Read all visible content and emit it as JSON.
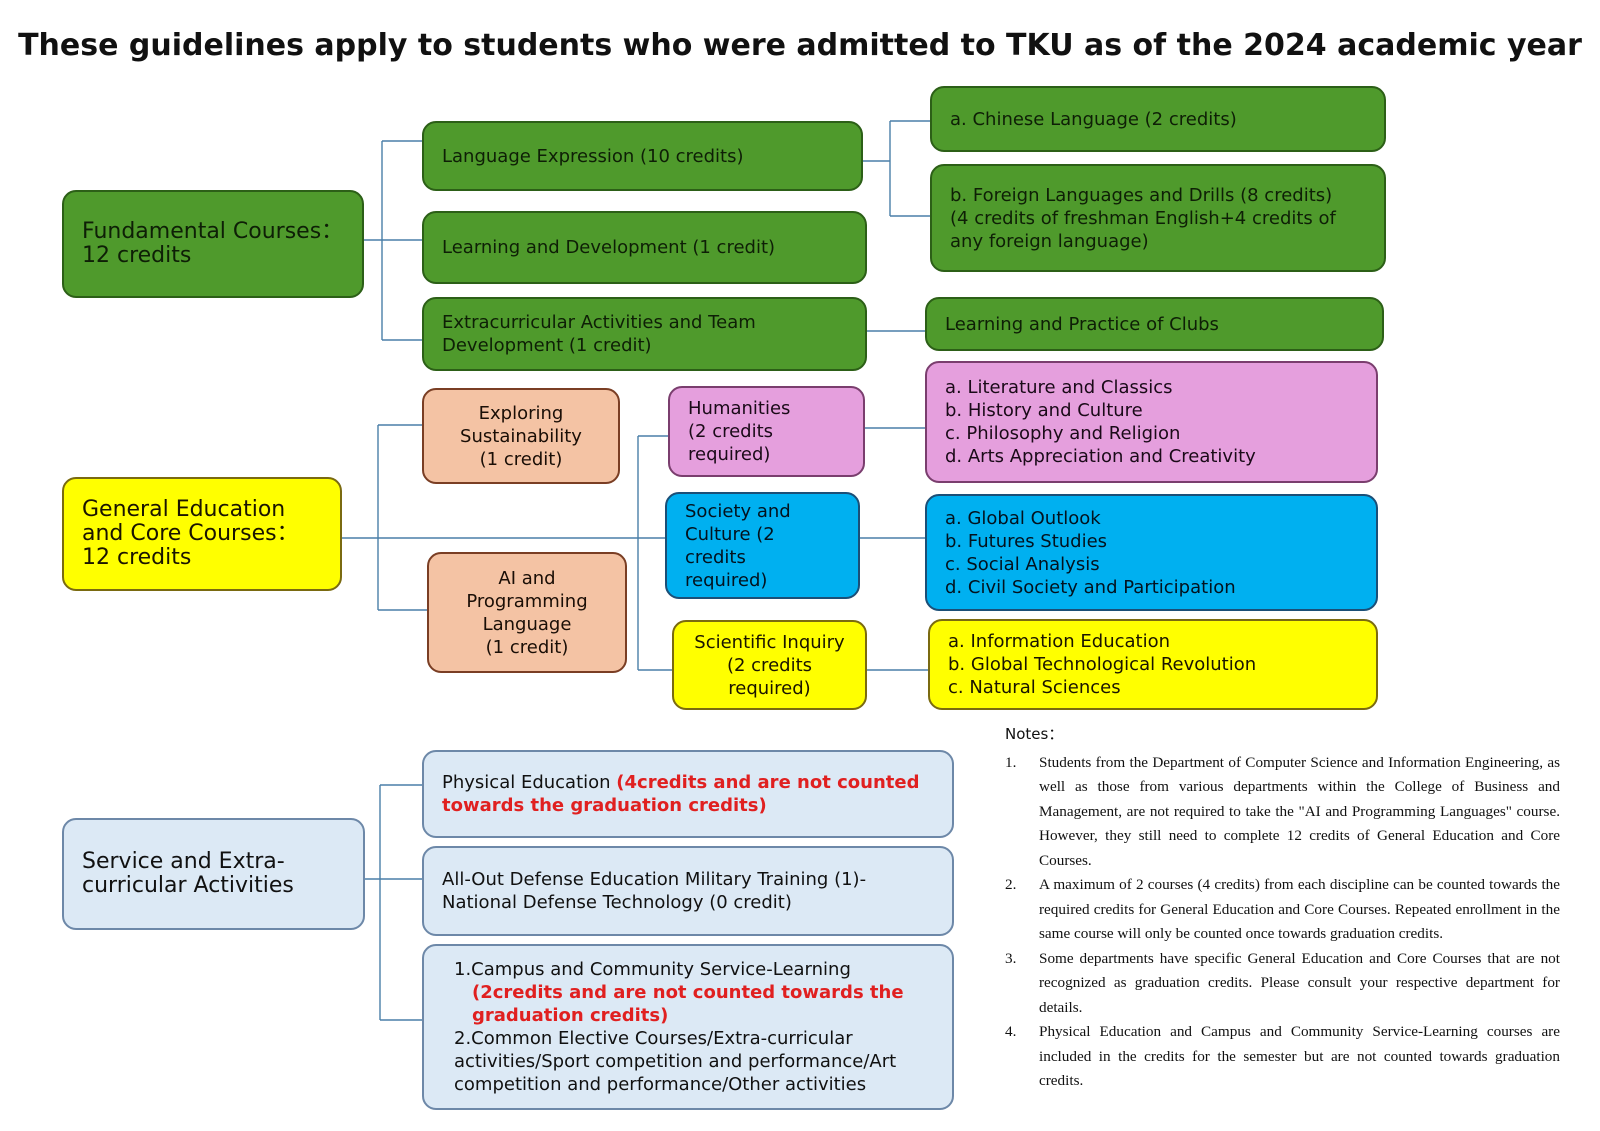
{
  "title": "These guidelines apply to students who were admitted to TKU as of the 2024 academic year",
  "fundamental": {
    "label": "Fundamental Courses：\n12 credits",
    "children": [
      {
        "label": "Language Expression (10 credits)"
      },
      {
        "label": "Learning and Development (1 credit)"
      },
      {
        "label": "Extracurricular Activities and Team\nDevelopment (1 credit)"
      }
    ],
    "language_sub": [
      "a. Chinese Language (2 credits)",
      "b. Foreign Languages and Drills (8 credits)\n(4 credits of freshman English+4 credits of\nany foreign language)"
    ],
    "clubs": "Learning and Practice of Clubs"
  },
  "general": {
    "label": "General Education\nand Core Courses：\n12 credits",
    "exploring": "Exploring\nSustainability\n(1 credit)",
    "ai": "AI and\nProgramming\nLanguage\n(1 credit)",
    "humanities": "Humanities\n(2 credits\n    required)",
    "humanities_sub": "a. Literature and Classics\nb. History and Culture\nc. Philosophy and Religion\nd. Arts Appreciation and Creativity",
    "society": "Society and\nCulture (2 credits\nrequired)",
    "society_sub": "a. Global Outlook\nb. Futures Studies\nc. Social Analysis\nd. Civil Society and Participation",
    "science": "Scientific Inquiry\n(2 credits required)",
    "science_sub": "a. Information Education\nb. Global Technological Revolution\nc. Natural Sciences"
  },
  "service": {
    "label": "Service and Extra-\ncurricular Activities",
    "pe_label": "Physical Education ",
    "pe_note": "(4credits and are not counted\ntowards the graduation credits)",
    "defense": "All-Out Defense Education Military Training (1)-\nNational Defense Technology (0 credit)",
    "campus_label": "1.Campus and Community Service-Learning",
    "campus_note": "(2credits and are not counted towards the\ngraduation credits)",
    "common": "2.Common Elective Courses/Extra-curricular\nactivities/Sport competition and performance/Art\ncompetition and performance/Other activities"
  },
  "notes": {
    "title": "Notes：",
    "items": [
      {
        "num": "1.",
        "text": "Students from the Department of Computer Science and Information Engineering, as well as those from various departments within the College of Business and Management, are not required to take the \"AI and Programming Languages\" course. However, they still need to complete 12 credits of General Education and Core Courses."
      },
      {
        "num": "2.",
        "text": "A maximum of 2 courses (4 credits) from each discipline can be counted towards the required credits for General Education and Core Courses. Repeated enrollment in the same course will only be counted once towards graduation credits."
      },
      {
        "num": "3.",
        "text": "Some departments have specific General Education and Core Courses that are not recognized as graduation credits. Please consult your respective department for details."
      },
      {
        "num": "4.",
        "text": "Physical Education and Campus and Community Service-Learning courses are included in the credits for the semester but are not counted towards graduation credits."
      }
    ]
  }
}
